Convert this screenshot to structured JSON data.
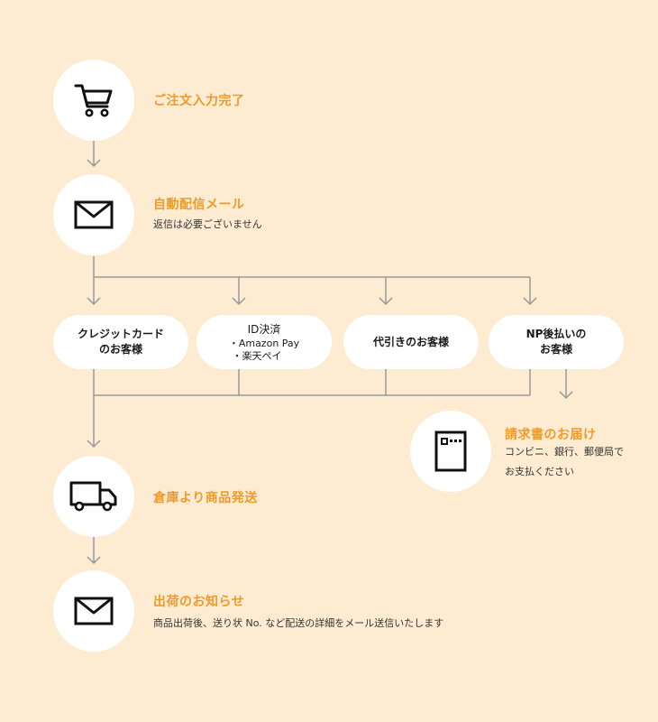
{
  "steps": {
    "order": {
      "title": "ご注文入力完了"
    },
    "mail": {
      "title": "自動配信メール",
      "desc": "返信は必要ございません"
    },
    "ship": {
      "title": "倉庫より商品発送"
    },
    "notice": {
      "title": "出荷のお知らせ",
      "desc": "商品出荷後、送り状 No. など配送の詳細をメール送信いたします"
    }
  },
  "payments": [
    {
      "line1": "クレジットカード",
      "line2": "のお客様"
    },
    {
      "title": "ID決済",
      "sub1": "・Amazon Pay",
      "sub2": "・楽天ペイ"
    },
    {
      "line1": "代引きのお客様"
    },
    {
      "line1": "NP後払いの",
      "line2": "お客様"
    }
  ],
  "invoice": {
    "title": "請求書のお届け",
    "desc1": "コンビニ、銀行、郵便局で",
    "desc2": "お支払ください"
  },
  "colors": {
    "background": "#fdecd2",
    "accent": "#ee9a2c",
    "line": "#999999"
  },
  "icons": [
    "cart-icon",
    "mail-icon",
    "invoice-icon",
    "truck-icon",
    "mail-icon"
  ]
}
